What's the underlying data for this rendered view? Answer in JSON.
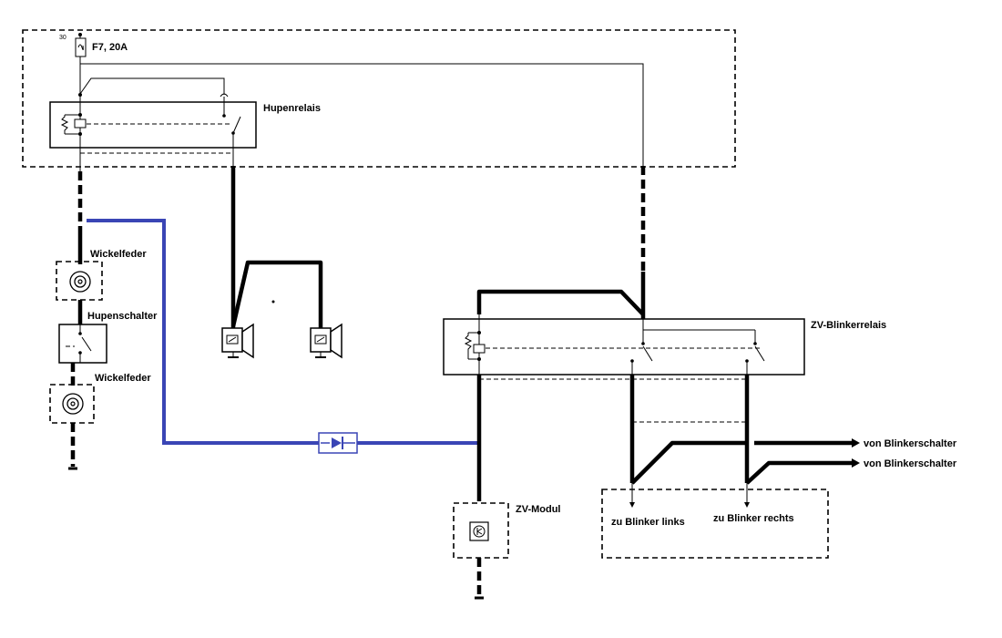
{
  "labels": {
    "terminal": "30",
    "fuse": "F7, 20A",
    "horn_relay": "Hupenrelais",
    "clock_spring_top": "Wickelfeder",
    "horn_switch": "Hupenschalter",
    "clock_spring_bottom": "Wickelfeder",
    "zv_relay": "ZV-Blinkerrelais",
    "zv_module": "ZV-Modul",
    "from_switch_1": "von Blinkerschalter",
    "from_switch_2": "von Blinkerschalter",
    "to_left": "zu Blinker links",
    "to_right": "zu Blinker rechts"
  },
  "colors": {
    "wire": "#000000",
    "signal_wire": "#3a45b5"
  }
}
